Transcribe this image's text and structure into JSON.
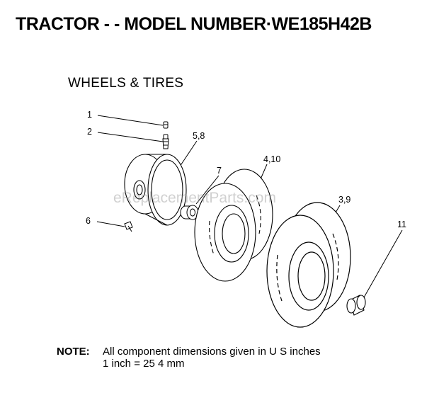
{
  "header": {
    "title": "TRACTOR - - MODEL NUMBER·WE185H42B",
    "section": "WHEELS & TIRES"
  },
  "callouts": {
    "c1": "1",
    "c2": "2",
    "c58": "5,8",
    "c7": "7",
    "c410": "4,10",
    "c39": "3,9",
    "c6": "6",
    "c11": "11"
  },
  "watermark": "eReplacementParts.com",
  "note": {
    "label": "NOTE:",
    "line1": "All component dimensions given in U S  inches",
    "line2": "1 inch = 25 4 mm"
  }
}
